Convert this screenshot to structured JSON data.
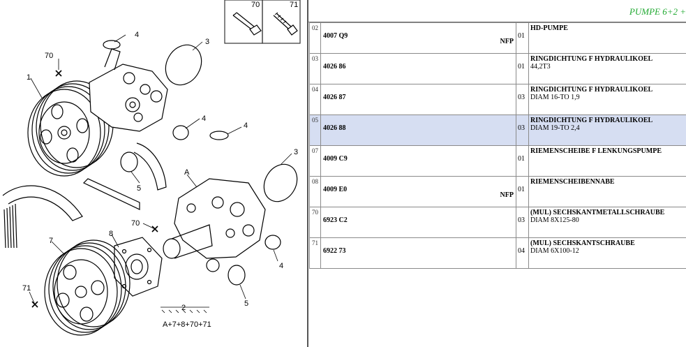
{
  "header": {
    "title": "PUMPE 6+2 +"
  },
  "diagram": {
    "callouts": [
      "1",
      "2",
      "3",
      "3",
      "4",
      "4",
      "4",
      "4",
      "5",
      "5",
      "7",
      "8",
      "70",
      "70",
      "71",
      "A"
    ],
    "formula": "A+7+8+70+71",
    "screw_labels": [
      "70",
      "71"
    ]
  },
  "parts": [
    {
      "pos": "02",
      "ref": "4007 Q9",
      "nfp": "NFP",
      "qty": "01",
      "desc": "HD-PUMPE",
      "desc2": ""
    },
    {
      "pos": "03",
      "ref": "4026 86",
      "nfp": "",
      "qty": "01",
      "desc": "RINGDICHTUNG F HYDRAULIKOEL",
      "desc2": "44,2T3"
    },
    {
      "pos": "04",
      "ref": "4026 87",
      "nfp": "",
      "qty": "03",
      "desc": "RINGDICHTUNG F HYDRAULIKOEL",
      "desc2": "DIAM 16-TO 1,9"
    },
    {
      "pos": "05",
      "ref": "4026 88",
      "nfp": "",
      "qty": "03",
      "desc": "RINGDICHTUNG F HYDRAULIKOEL",
      "desc2": "DIAM 19-TO 2,4"
    },
    {
      "pos": "07",
      "ref": "4009 C9",
      "nfp": "",
      "qty": "01",
      "desc": "RIEMENSCHEIBE F LENKUNGSPUMPE",
      "desc2": ""
    },
    {
      "pos": "08",
      "ref": "4009 E0",
      "nfp": "NFP",
      "qty": "01",
      "desc": "RIEMENSCHEIBENNABE",
      "desc2": ""
    },
    {
      "pos": "70",
      "ref": "6923 C2",
      "nfp": "",
      "qty": "03",
      "desc": "(MUL) SECHSKANTMETALLSCHRAUBE",
      "desc2": "DIAM 8X125-80"
    },
    {
      "pos": "71",
      "ref": "6922 73",
      "nfp": "",
      "qty": "04",
      "desc": "(MUL) SECHSKANTSCHRAUBE",
      "desc2": "DIAM 6X100-12"
    }
  ],
  "selected_row": 3
}
